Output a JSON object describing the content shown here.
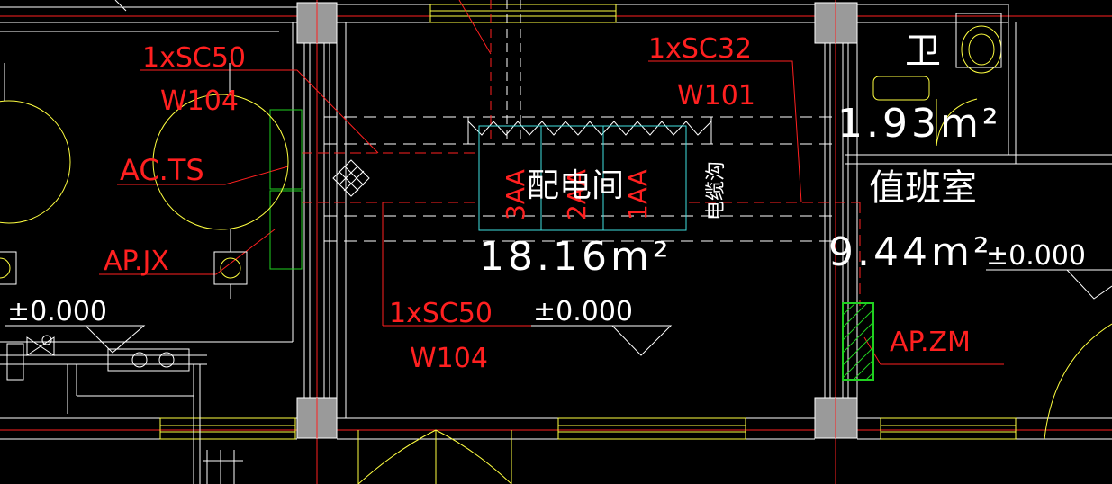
{
  "labels": {
    "room_main_name": "配电间",
    "room_main_area": "18.16m²",
    "room_duty_name": "值班室",
    "room_duty_area": "9.44m²",
    "wc_label": "卫",
    "wc_area": "1.93m²",
    "cable_trench": "电缆沟",
    "panel_1": "1AA",
    "panel_2": "2AA",
    "panel_3": "3AA",
    "level_1": "±0.000",
    "level_2": "±0.000",
    "level_3": "±0.000",
    "cable_1": "1xSC50",
    "cable_1_code": "W104",
    "cable_2": "1xSC50",
    "cable_2_code": "W104",
    "cable_3": "1xSC32",
    "cable_3_code": "W101",
    "box_acts": "AC.TS",
    "box_apjx": "AP.JX",
    "box_apzm": "AP.ZM"
  },
  "colors": {
    "background": "#000000",
    "wall": "#ffffff",
    "grid_axis": "#ff2020",
    "cable": "#ff2020",
    "equipment": "#ffff40",
    "panel": "#40e0e0",
    "column": "#9a9a9a",
    "box_green": "#20d020"
  }
}
